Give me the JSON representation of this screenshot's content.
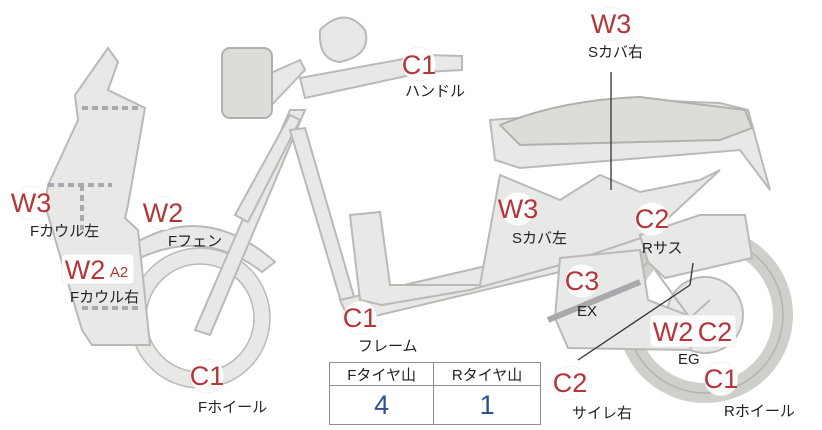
{
  "colors": {
    "code": "#b3363b",
    "value": "#2d4f97",
    "body": "#e8e8e6",
    "outline": "#b9b9b6",
    "dashed": "#a9a9ad"
  },
  "parts": {
    "handle": {
      "label": "ハンドル",
      "code": "C1"
    },
    "side_cover_right": {
      "label": "Sカバ右",
      "code": "W3"
    },
    "front_cowl_left": {
      "label": "Fカウル左",
      "code": "W3"
    },
    "front_fender": {
      "label": "Fフェン",
      "code": "W2"
    },
    "side_cover_left": {
      "label": "Sカバ左",
      "code": "W3"
    },
    "rear_suspension": {
      "label": "Rサス",
      "code": "C2"
    },
    "front_cowl_right": {
      "label": "Fカウル右",
      "code": "W2",
      "code2": "A2"
    },
    "exhaust": {
      "label": "EX",
      "code": "C3"
    },
    "frame": {
      "label": "フレーム",
      "code": "C1"
    },
    "engine": {
      "label": "EG",
      "code": "W2",
      "code2": "C2"
    },
    "front_wheel": {
      "label": "Fホイール",
      "code": "C1"
    },
    "muffler_right": {
      "label": "サイレ右",
      "code": "C2"
    },
    "rear_wheel": {
      "label": "Rホイール",
      "code": "C1"
    }
  },
  "tread_table": {
    "front_header": "Fタイヤ山",
    "rear_header": "Rタイヤ山",
    "front_value": "4",
    "rear_value": "1"
  }
}
